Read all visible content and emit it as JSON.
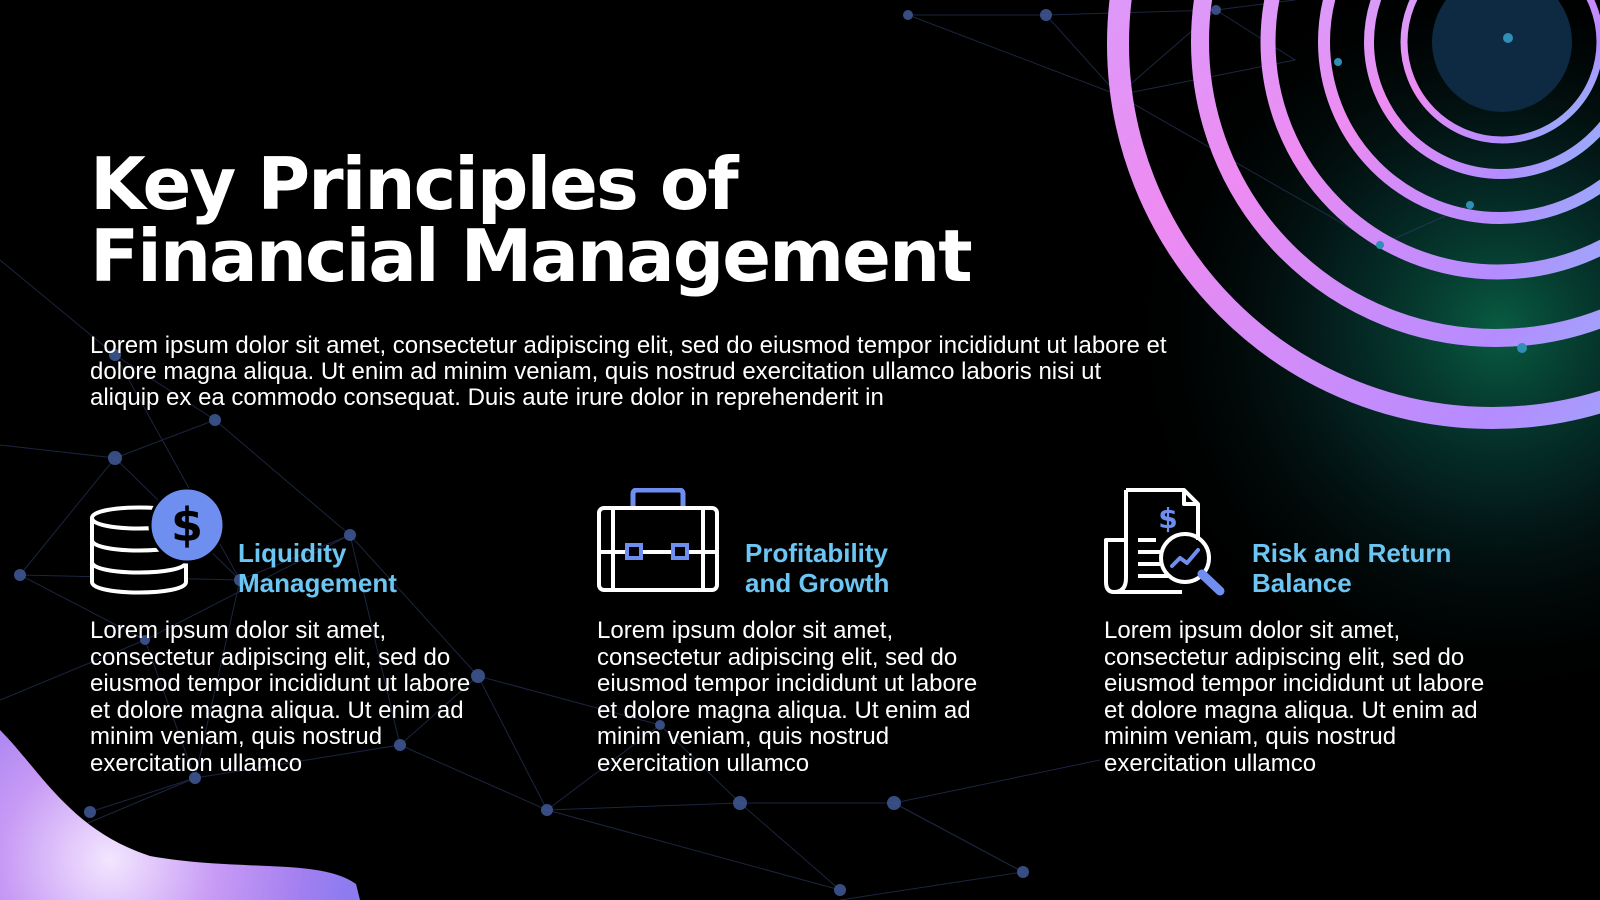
{
  "slide": {
    "title_lines": [
      "Key Principles of",
      "Financial Management"
    ],
    "intro": "Lorem ipsum dolor sit amet, consectetur adipiscing elit, sed do eiusmod tempor incididunt ut labore et dolore magna aliqua. Ut enim ad minim veniam, quis nostrud exercitation ullamco laboris nisi ut aliquip ex ea commodo consequat. Duis aute irure dolor in reprehenderit in",
    "cards": [
      {
        "icon": "coins-dollar-icon",
        "heading_lines": [
          "Liquidity",
          "Management"
        ],
        "body": "Lorem ipsum dolor sit amet, consectetur adipiscing elit, sed do eiusmod tempor incididunt ut labore et dolore magna aliqua. Ut enim ad minim veniam, quis nostrud exercitation ullamco"
      },
      {
        "icon": "briefcase-icon",
        "heading_lines": [
          "Profitability",
          "and Growth"
        ],
        "body": "Lorem ipsum dolor sit amet, consectetur adipiscing elit, sed do eiusmod tempor incididunt ut labore et dolore magna aliqua. Ut enim ad minim veniam, quis nostrud exercitation ullamco"
      },
      {
        "icon": "financial-report-analysis-icon",
        "heading_lines": [
          "Risk and Return",
          "Balance"
        ],
        "body": "Lorem ipsum dolor sit amet, consectetur adipiscing elit, sed do eiusmod tempor incididunt ut labore et dolore magna aliqua. Ut enim ad minim veniam, quis nostrud exercitation ullamco"
      }
    ]
  },
  "colors": {
    "background": "#000000",
    "heading_accent": "#6cc6f4",
    "icon_accent": "#6e8ff0",
    "ring_gradient": [
      "#b48cff",
      "#ee8bf2",
      "#7ecbf5"
    ],
    "glow": "#0fa878"
  }
}
